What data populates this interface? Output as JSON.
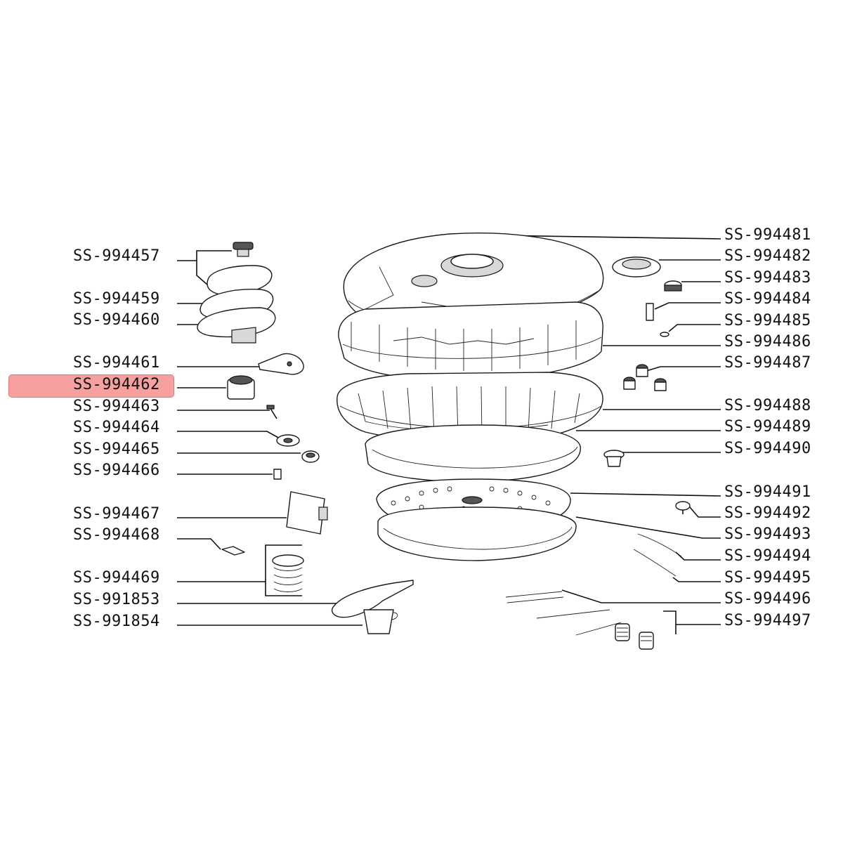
{
  "highlight_color": "#f6a0a0",
  "left_labels": [
    {
      "id": "l-994457",
      "text": "SS-994457"
    },
    {
      "id": "l-994459",
      "text": "SS-994459"
    },
    {
      "id": "l-994460",
      "text": "SS-994460"
    },
    {
      "id": "l-994461",
      "text": "SS-994461"
    },
    {
      "id": "l-994462",
      "text": "SS-994462",
      "highlighted": true
    },
    {
      "id": "l-994463",
      "text": "SS-994463"
    },
    {
      "id": "l-994464",
      "text": "SS-994464"
    },
    {
      "id": "l-994465",
      "text": "SS-994465"
    },
    {
      "id": "l-994466",
      "text": "SS-994466"
    },
    {
      "id": "l-994467",
      "text": "SS-994467"
    },
    {
      "id": "l-994468",
      "text": "SS-994468"
    },
    {
      "id": "l-994469",
      "text": "SS-994469"
    },
    {
      "id": "l-991853",
      "text": "SS-991853"
    },
    {
      "id": "l-991854",
      "text": "SS-991854"
    }
  ],
  "right_labels": [
    {
      "id": "r-994481",
      "text": "SS-994481"
    },
    {
      "id": "r-994482",
      "text": "SS-994482"
    },
    {
      "id": "r-994483",
      "text": "SS-994483"
    },
    {
      "id": "r-994484",
      "text": "SS-994484"
    },
    {
      "id": "r-994485",
      "text": "SS-994485"
    },
    {
      "id": "r-994486",
      "text": "SS-994486"
    },
    {
      "id": "r-994487",
      "text": "SS-994487"
    },
    {
      "id": "r-994488",
      "text": "SS-994488"
    },
    {
      "id": "r-994489",
      "text": "SS-994489"
    },
    {
      "id": "r-994490",
      "text": "SS-994490"
    },
    {
      "id": "r-994491",
      "text": "SS-994491"
    },
    {
      "id": "r-994492",
      "text": "SS-994492"
    },
    {
      "id": "r-994493",
      "text": "SS-994493"
    },
    {
      "id": "r-994494",
      "text": "SS-994494"
    },
    {
      "id": "r-994495",
      "text": "SS-994495"
    },
    {
      "id": "r-994496",
      "text": "SS-994496"
    },
    {
      "id": "r-994497",
      "text": "SS-994497"
    }
  ]
}
